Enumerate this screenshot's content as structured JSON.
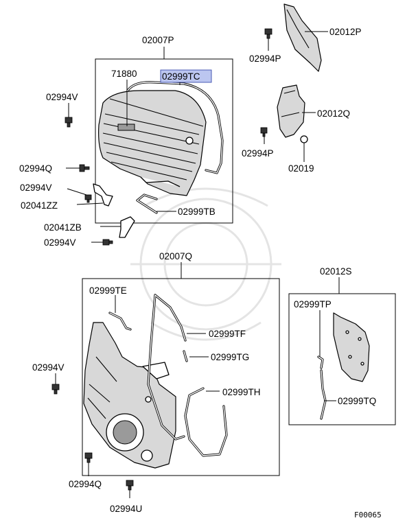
{
  "labels": {
    "l_02007P": "02007P",
    "l_71880": "71880",
    "l_02999TC": "02999TC",
    "l_02994V_a": "02994V",
    "l_02994Q_a": "02994Q",
    "l_02994V_b": "02994V",
    "l_02041ZZ": "02041ZZ",
    "l_02999TB": "02999TB",
    "l_02041ZB": "02041ZB",
    "l_02994V_c": "02994V",
    "l_02012P": "02012P",
    "l_02994P_a": "02994P",
    "l_02012Q": "02012Q",
    "l_02994P_b": "02994P",
    "l_02019": "02019",
    "l_02007Q": "02007Q",
    "l_02999TE": "02999TE",
    "l_02999TF": "02999TF",
    "l_02999TG": "02999TG",
    "l_02999TH": "02999TH",
    "l_02994V_d": "02994V",
    "l_02994Q_b": "02994Q",
    "l_02994U": "02994U",
    "l_02012S": "02012S",
    "l_02999TP": "02999TP",
    "l_02999TQ": "02999TQ"
  },
  "diagram_code": "F00065",
  "colors": {
    "highlight": "#bcc6f0",
    "ink": "#000000"
  }
}
